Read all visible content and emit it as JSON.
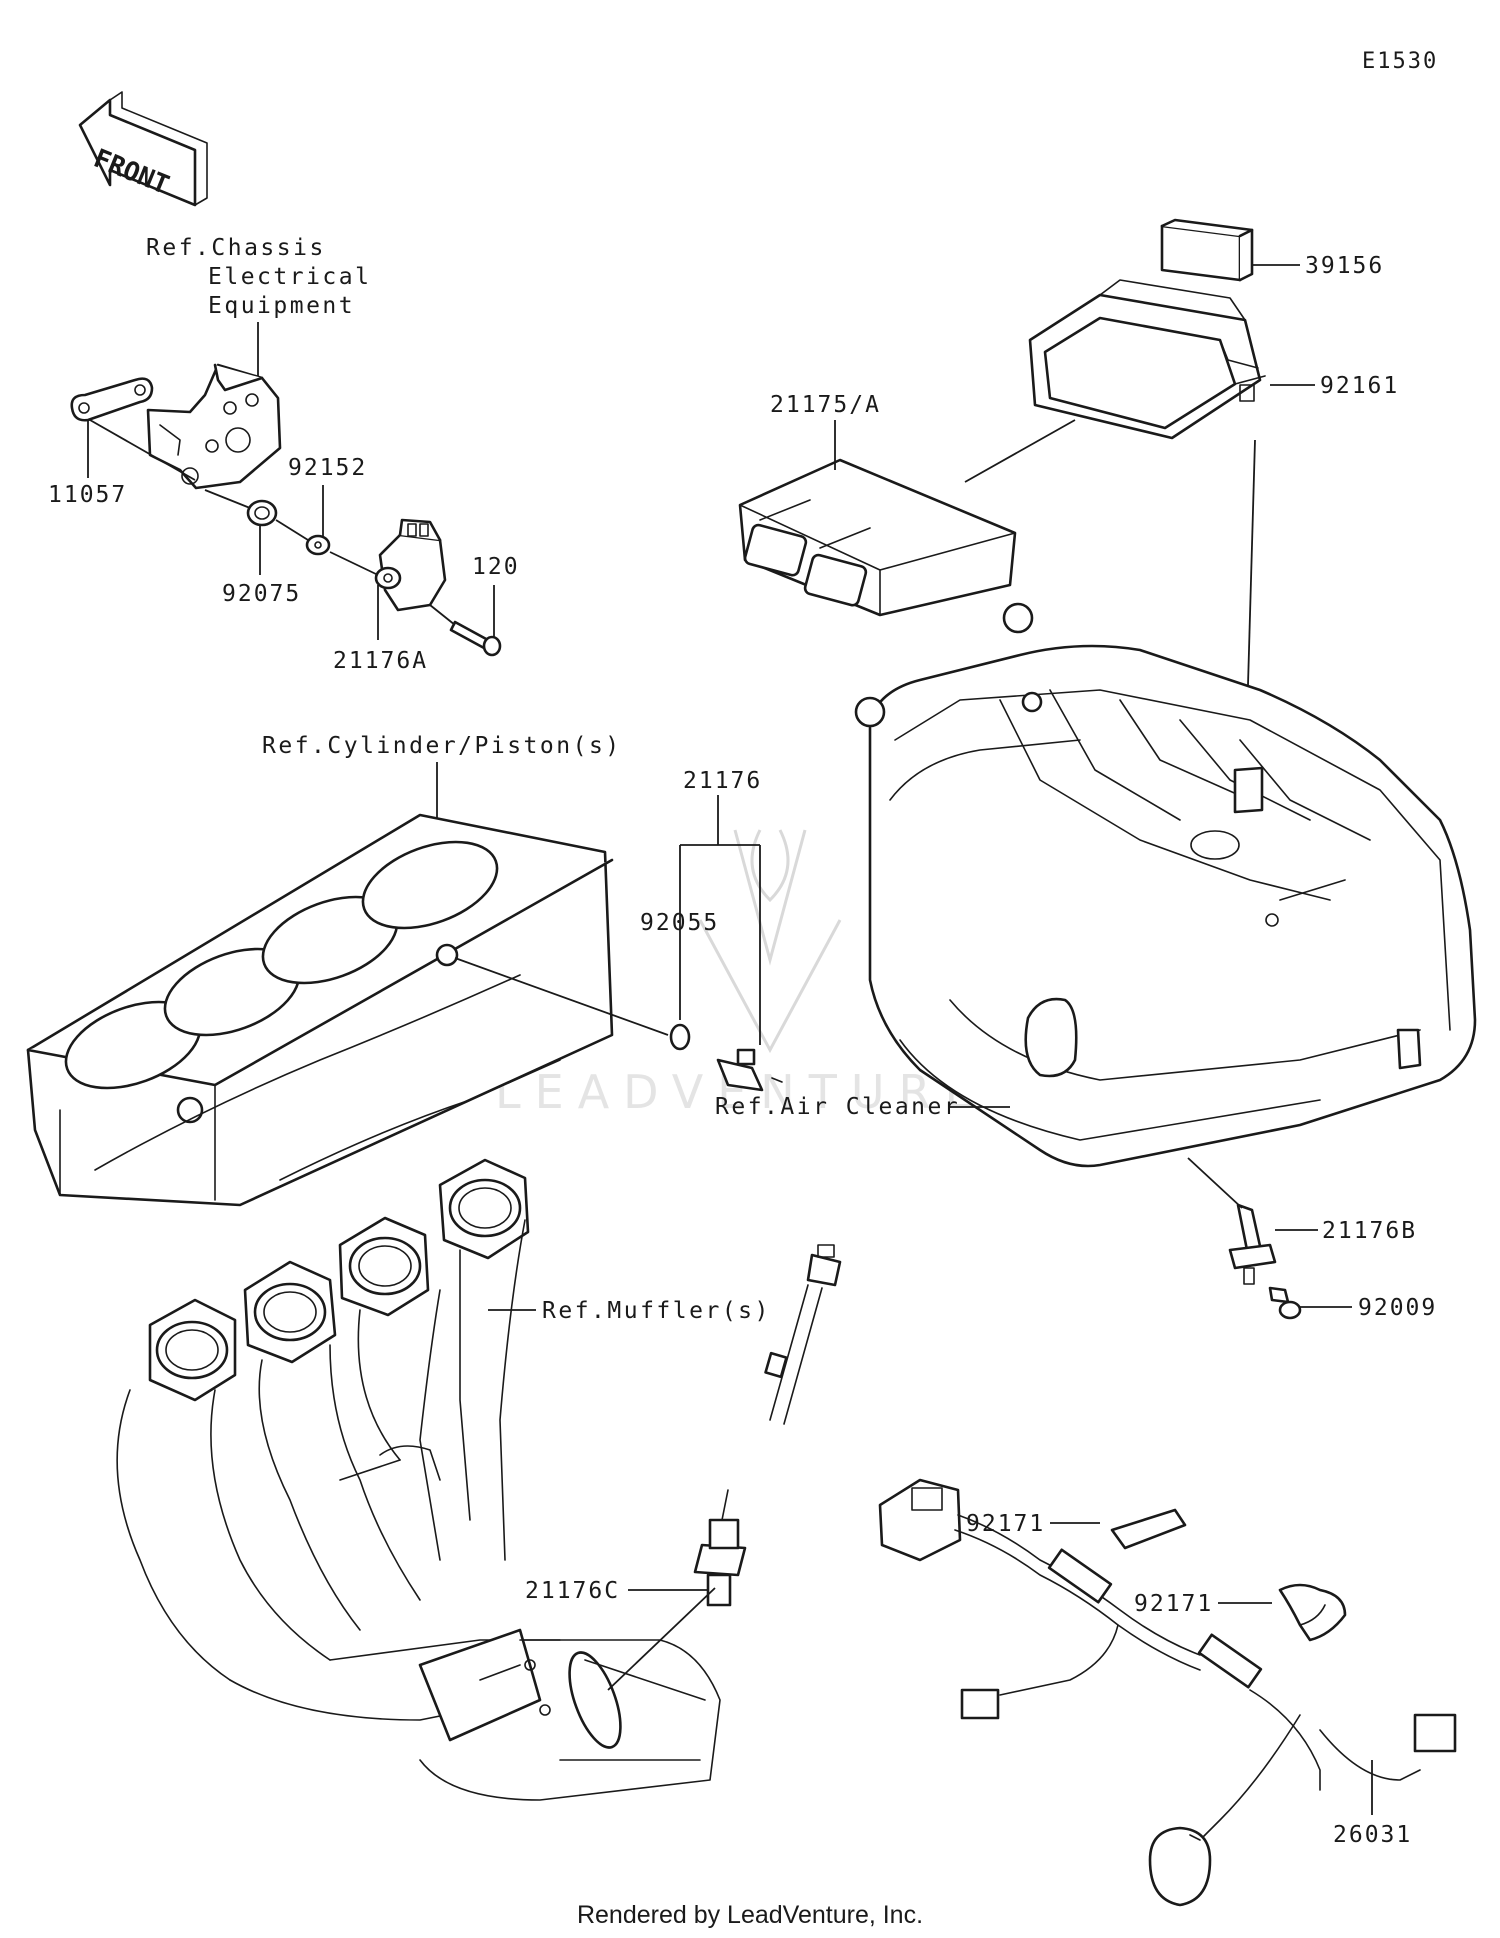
{
  "diagram_id": "E1530",
  "front_label": "FRONT",
  "refs": {
    "chassis_line1": "Ref.Chassis",
    "chassis_line2": "Electrical",
    "chassis_line3": "Equipment",
    "cylinder": "Ref.Cylinder/Piston(s)",
    "air_cleaner": "Ref.Air Cleaner",
    "muffler": "Ref.Muffler(s)"
  },
  "parts": {
    "p39156": "39156",
    "p92161": "92161",
    "p21175A": "21175/A",
    "p11057": "11057",
    "p92152": "92152",
    "p92075": "92075",
    "p120": "120",
    "p21176A": "21176A",
    "p21176": "21176",
    "p92055": "92055",
    "p21176B": "21176B",
    "p92009": "92009",
    "p21176C": "21176C",
    "p92171a": "92171",
    "p92171b": "92171",
    "p26031": "26031"
  },
  "watermark": "LEADVENTURE",
  "footer": "Rendered by LeadVenture, Inc."
}
